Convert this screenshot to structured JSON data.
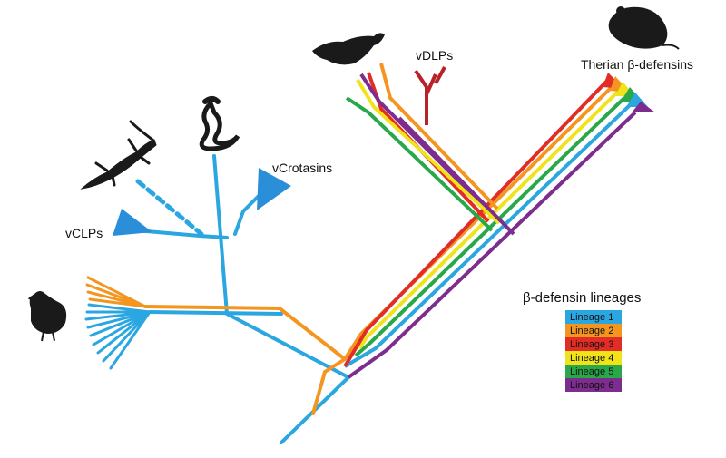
{
  "colors": {
    "lineage1": "#2aa6e0",
    "lineage2": "#f4951f",
    "lineage3": "#e22d26",
    "lineage4": "#f0e31a",
    "lineage5": "#29a84a",
    "lineage6": "#7c2d8e",
    "silhouette": "#1a1a1a"
  },
  "labels": {
    "vclps": "vCLPs",
    "vcrotasins": "vCrotasins",
    "vdlps": "vDLPs",
    "therian": "Therian β-defensins"
  },
  "legend": {
    "title": "β-defensin lineages",
    "items": [
      "Lineage 1",
      "Lineage 2",
      "Lineage 3",
      "Lineage 4",
      "Lineage 5",
      "Lineage 6"
    ]
  },
  "silhouettes": [
    "lizard-icon",
    "snake-icon",
    "platypus-icon",
    "rat-icon",
    "chicken-icon"
  ]
}
